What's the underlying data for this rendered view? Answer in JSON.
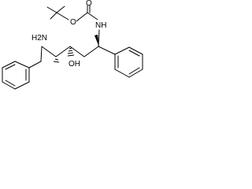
{
  "molecule": {
    "atoms": {
      "o_ester": "O",
      "o_carbonyl": "O",
      "nh": "NH",
      "h2n": "H2N",
      "oh": "OH"
    },
    "colors": {
      "bond": "#000000",
      "label": "#000000",
      "background": "#ffffff"
    }
  }
}
